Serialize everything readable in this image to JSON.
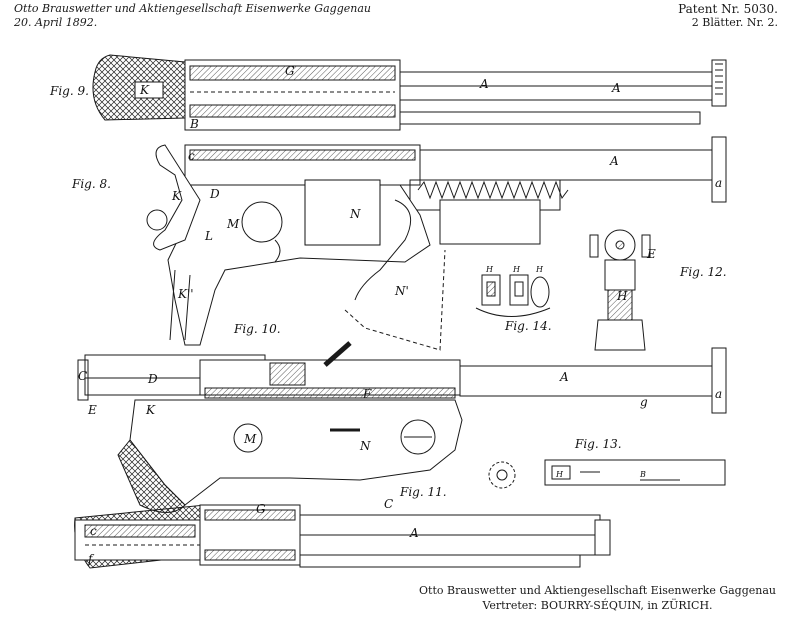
{
  "header": {
    "left_line1": "Otto Brauswetter und Aktiengesellschaft Eisenwerke Gaggenau",
    "left_line2": "20. April 1892.",
    "right_line1": "Patent Nr. 5030.",
    "right_line2": "2 Blätter. Nr. 2."
  },
  "figures": {
    "fig9": "Fig. 9.",
    "fig8": "Fig. 8.",
    "fig10": "Fig. 10.",
    "fig11": "Fig. 11.",
    "fig12": "Fig. 12.",
    "fig13": "Fig. 13.",
    "fig14": "Fig. 14."
  },
  "part_labels": {
    "A": "A",
    "B": "B",
    "C": "C",
    "D": "D",
    "E": "E",
    "F": "F",
    "H": "H",
    "K": "K",
    "L": "L",
    "M": "M",
    "N": "N",
    "N2": "N'",
    "K2": "K''",
    "a": "a",
    "c": "c",
    "g": "g",
    "h": "h",
    "f": "f",
    "G": "G"
  },
  "footer": {
    "line1": "Otto Brauswetter und Aktiengesellschaft Eisenwerke Gaggenau",
    "line2": "Vertreter: BOURRY-SÉQUIN, in ZÜRICH."
  }
}
